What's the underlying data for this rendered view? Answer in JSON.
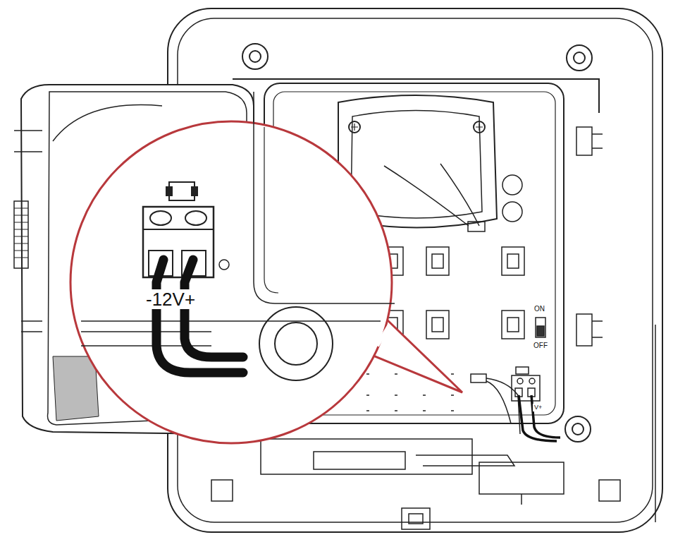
{
  "diagram": {
    "labels": [
      "-12V+",
      "ON",
      "OFF",
      "V+"
    ]
  }
}
